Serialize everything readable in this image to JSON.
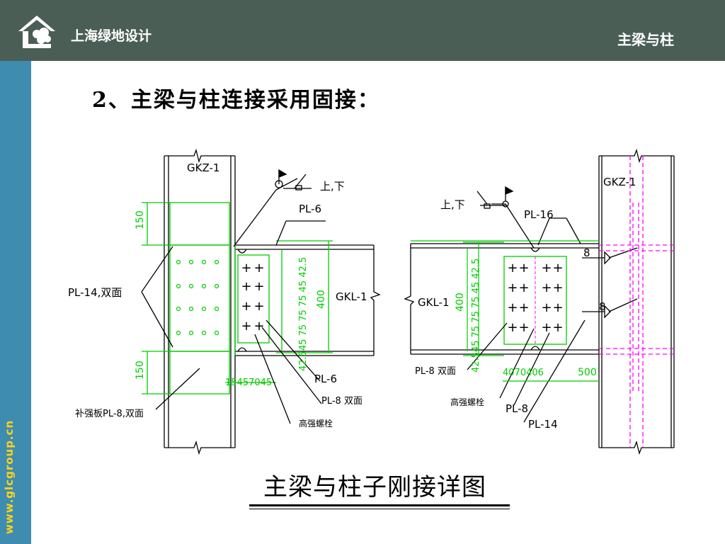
{
  "header": {
    "company": "上海绿地设计",
    "section": "主梁与柱"
  },
  "sidebar": {
    "url": "www.glcgroup.cn"
  },
  "page_title": "2、主梁与柱连接采用固接：",
  "diagram": {
    "left": {
      "column": "GKZ-1",
      "beam": "GKL-1",
      "weld_note": "上,下",
      "plate_top": "PL-6",
      "plate_side": "PL-14,双面",
      "plate_web": "PL-6",
      "plate_splice": "PL-8 双面",
      "stiffener": "补强板PL-8,双面",
      "bolts": "高强螺栓",
      "dim_150_top": "150",
      "dim_150_bottom": "150",
      "dim_vertical": "42.545 75 75 75 45 42.5",
      "dim_400": "400",
      "dim_bottom": "15457045"
    },
    "right": {
      "column": "GKZ-1",
      "beam": "GKL-1",
      "weld_note": "上,下",
      "plate_top": "PL-16",
      "weld_size_1": "8",
      "weld_size_2": "8",
      "plate_splice": "PL-8 双面",
      "bolts": "高强螺栓",
      "plate_web": "PL-8",
      "plate_side": "PL-14",
      "dim_vertical": "42.545 75 75 75 45 42.5",
      "dim_400": "400",
      "dim_bottom": "4070406",
      "dim_500": "500"
    }
  },
  "caption": "主梁与柱子刚接详图",
  "colors": {
    "header_bg": "#4a5e56",
    "sidebar_bg": "#3e8db0",
    "url_color": "#ffd21a",
    "green": "#00cc00",
    "magenta": "#ff00ff"
  }
}
